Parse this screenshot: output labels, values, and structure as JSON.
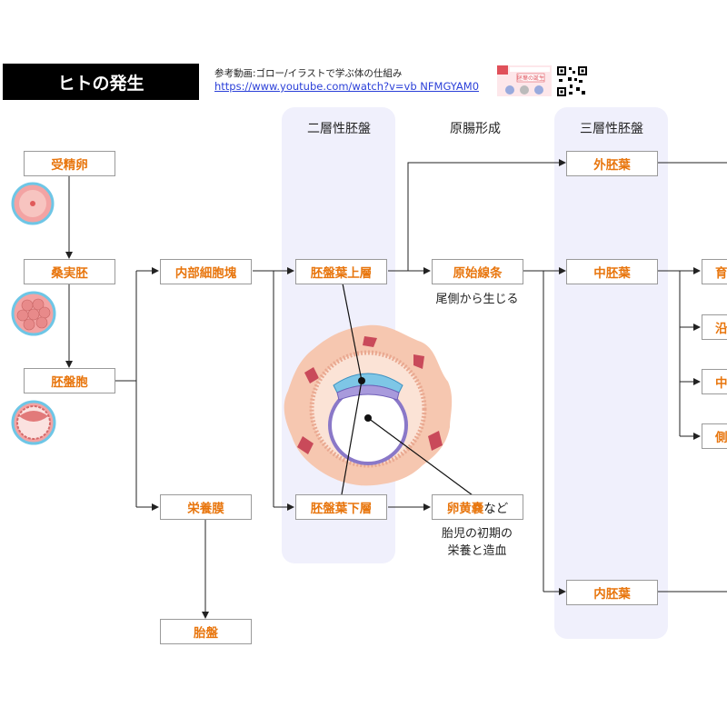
{
  "header": {
    "title": "ヒトの発生",
    "ref_label": "参考動画:ゴロー/イラストで学ぶ体の仕組み",
    "ref_url": "https://www.youtube.com/watch?v=vb NFMGYAM0",
    "thumbnail_caption": "胚葉の誕生"
  },
  "panels": {
    "bilaminar": "二層性胚盤",
    "gastrulation": "原腸形成",
    "trilaminar": "三層性胚盤"
  },
  "nodes": {
    "zygote": "受精卵",
    "morula": "桑実胚",
    "blastocyst": "胚盤胞",
    "inner_cell_mass": "内部細胞塊",
    "trophoblast": "栄養膜",
    "placenta": "胎盤",
    "epiblast": "胚盤葉上層",
    "hypoblast": "胚盤葉下層",
    "primitive_streak": "原始線条",
    "yolk_sac": "卵黄嚢",
    "ectoderm": "外胚葉",
    "mesoderm": "中胚葉",
    "endoderm": "内胚葉",
    "meso_1": "育",
    "meso_2": "沿",
    "meso_3": "中",
    "meso_4": "側"
  },
  "notes": {
    "streak_note": "尾側から生じる",
    "yolk_suffix": "など",
    "yolk_note_line1": "胎児の初期の",
    "yolk_note_line2": "栄養と造血"
  },
  "colors": {
    "accent": "#e8760e",
    "panel": "#f0f0fc",
    "cell_pink": "#f0a0a0",
    "cell_ring": "#6ec6e6"
  }
}
